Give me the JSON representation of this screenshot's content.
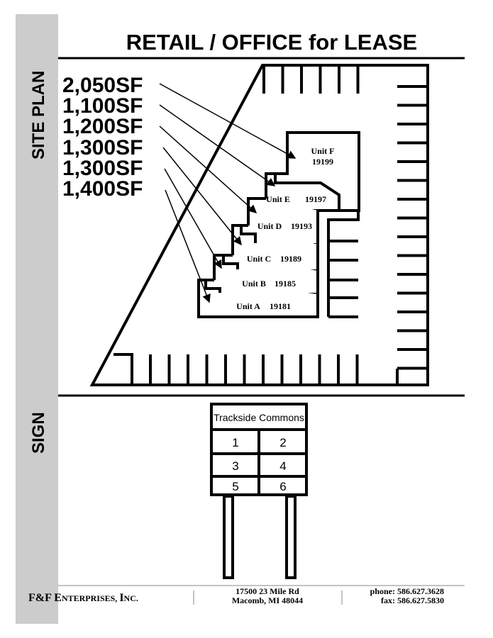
{
  "title": "RETAIL / OFFICE for LEASE",
  "sections": {
    "site_plan": "SITE PLAN",
    "sign": "SIGN"
  },
  "square_footages": [
    "2,050SF",
    "1,100SF",
    "1,200SF",
    "1,300SF",
    "1,300SF",
    "1,400SF"
  ],
  "units": [
    {
      "name": "Unit F",
      "number": "19199"
    },
    {
      "name": "Unit E",
      "number": "19197"
    },
    {
      "name": "Unit D",
      "number": "19193"
    },
    {
      "name": "Unit C",
      "number": "19189"
    },
    {
      "name": "Unit B",
      "number": "19185"
    },
    {
      "name": "Unit A",
      "number": "19181"
    }
  ],
  "sign": {
    "header": "Trackside Commons",
    "slots": [
      "1",
      "2",
      "3",
      "4",
      "5",
      "6"
    ]
  },
  "footer": {
    "company_first": "F&F E",
    "company_rest": "NTERPRISES, ",
    "company_inc_i": "I",
    "company_inc": "NC.",
    "address_line1": "17500  23 Mile Rd",
    "address_line2": "Macomb, MI 48044",
    "phone": "phone: 586.627.3628",
    "fax": "fax: 586.627.5830"
  },
  "colors": {
    "sidebar": "#cccccc",
    "ink": "#000000"
  }
}
